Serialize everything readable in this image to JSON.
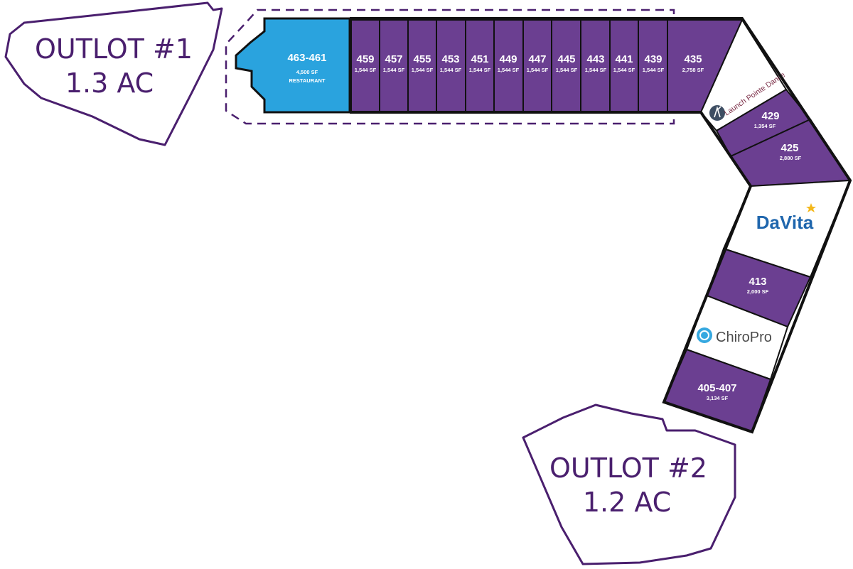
{
  "outlots": [
    {
      "name": "OUTLOT #1",
      "size": "1.3 AC"
    },
    {
      "name": "OUTLOT #2",
      "size": "1.2 AC"
    }
  ],
  "units": {
    "u463": {
      "number": "463-461",
      "sf": "4,500 SF",
      "use": "RESTAURANT"
    },
    "u459": {
      "number": "459",
      "sf": "1,544 SF"
    },
    "u457": {
      "number": "457",
      "sf": "1,544 SF"
    },
    "u455": {
      "number": "455",
      "sf": "1,544 SF"
    },
    "u453": {
      "number": "453",
      "sf": "1,544 SF"
    },
    "u451": {
      "number": "451",
      "sf": "1,544 SF"
    },
    "u449": {
      "number": "449",
      "sf": "1,544 SF"
    },
    "u447": {
      "number": "447",
      "sf": "1,544 SF"
    },
    "u445": {
      "number": "445",
      "sf": "1,544 SF"
    },
    "u443": {
      "number": "443",
      "sf": "1,544 SF"
    },
    "u441": {
      "number": "441",
      "sf": "1,544 SF"
    },
    "u439": {
      "number": "439",
      "sf": "1,544 SF"
    },
    "u435": {
      "number": "435",
      "sf": "2,758 SF"
    },
    "u429": {
      "number": "429",
      "sf": "1,354 SF"
    },
    "u425": {
      "number": "425",
      "sf": "2,880 SF"
    },
    "u413": {
      "number": "413",
      "sf": "2,000 SF"
    },
    "u405": {
      "number": "405-407",
      "sf": "3,134 SF"
    }
  },
  "tenants": {
    "launch_pointe": "Launch Pointe Dance",
    "davita": "DaVita",
    "chiropro": "ChiroPro"
  },
  "colors": {
    "purple": "#6b3f91",
    "outline_purple": "#4a1f6e",
    "available_blue": "#2aa3de",
    "building_outline": "#111111",
    "davita_blue": "#1f66ad",
    "davita_star": "#f4b81c",
    "chiropro_blue": "#35a8e0",
    "launch_pointe_text": "#7a2b45"
  }
}
